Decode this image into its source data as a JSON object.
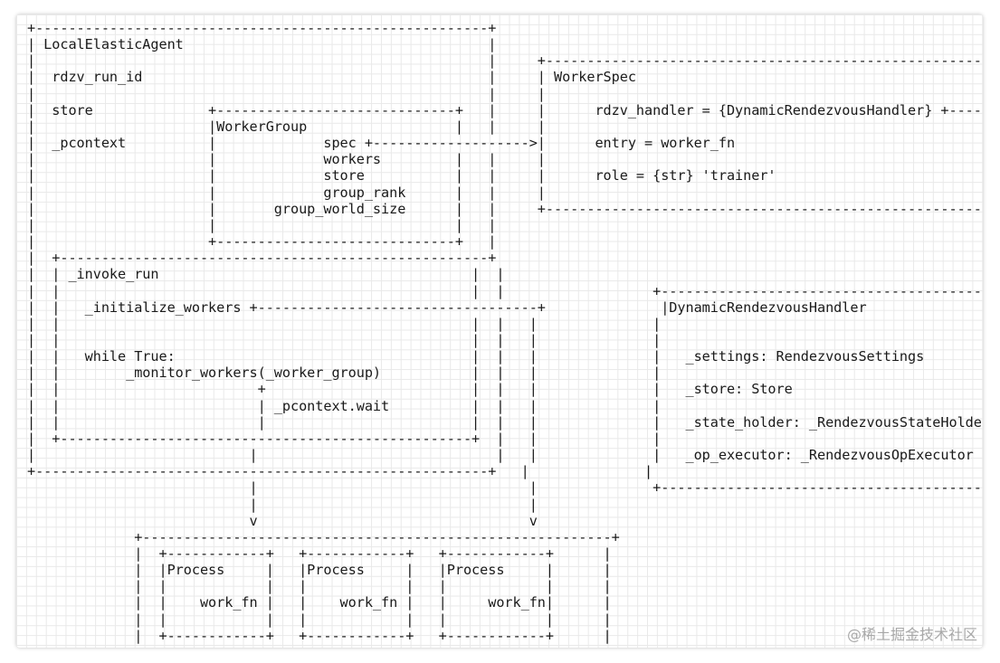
{
  "diagram_text": [
    "+-------------------------------------------------------+",
    "| LocalElasticAgent                                     |",
    "|                                                       |     +---------------------------------------------------------+",
    "|  rdzv_run_id                                          |     | WorkerSpec                                              |",
    "|                                                       |     |                                                         |",
    "|  store              +-----------------------------+   |     |      rdzv_handler = {DynamicRendezvousHandler} +--------+",
    "|                     |WorkerGroup                  |   |     |                                                         |  |",
    "|  _pcontext          |             spec +------------------->|      entry = worker_fn                                  |  |",
    "|                     |             workers         |   |     |                                                         |  |",
    "|                     |             store           |   |     |      role = {str} 'trainer'                             |  |",
    "|                     |             group_rank      |   |     |                                                         |  |",
    "|                     |       group_world_size      |   |     +---------------------------------------------------------+  |",
    "|                     |                             |   |                                                                  |",
    "|                     +-----------------------------+   |                                                                  |",
    "|  +----------------------------------------------------+                                                                  |",
    "|  | _invoke_run                                      |  |                                                                  |",
    "|  |                                                  |  |                  +-----------------------------------------------+",
    "|  |   _initialize_workers +----------------------------------+              |DynamicRendezvousHandler                       |",
    "|  |                                                  |  |   |              |                                               |",
    "|  |                                                  |  |   |              |                                               |",
    "|  |   while True:                                    |  |   |              |   _settings: RendezvousSettings               | <---+",
    "|  |        _monitor_workers(_worker_group)           |  |   |              |                                               |",
    "|  |                        +                         |  |   |              |   _store: Store                               |",
    "|  |                        | _pcontext.wait          |  |   |              |                                               |",
    "|  |                        |                         |  |   |              |   _state_holder: _RendezvousStateHolder       |",
    "|  +--------------------------------------------------+  |   |              |                                               |",
    "|                          |                             |   |              |   _op_executor: _RendezvousOpExecutor         |",
    "+-------------------------------------------------------+   |              |                                               |",
    "                           |                                 |              +-----------------------------------------------+",
    "                           |                                 |",
    "                           v                                 v",
    "             +---------------------------------------------------------+",
    "             |  +------------+   +------------+   +------------+      |",
    "             |  |Process     |   |Process     |   |Process     |      |",
    "             |  |            |   |            |   |            |      |",
    "             |  |    work_fn |   |    work_fn |   |     work_fn|      |",
    "             |  |            |   |            |   |            |      |",
    "             |  +------------+   +------------+   +------------+      |",
    "             +---------------------------------------------------------+"
  ],
  "watermark": "@稀土掘金技术社区"
}
